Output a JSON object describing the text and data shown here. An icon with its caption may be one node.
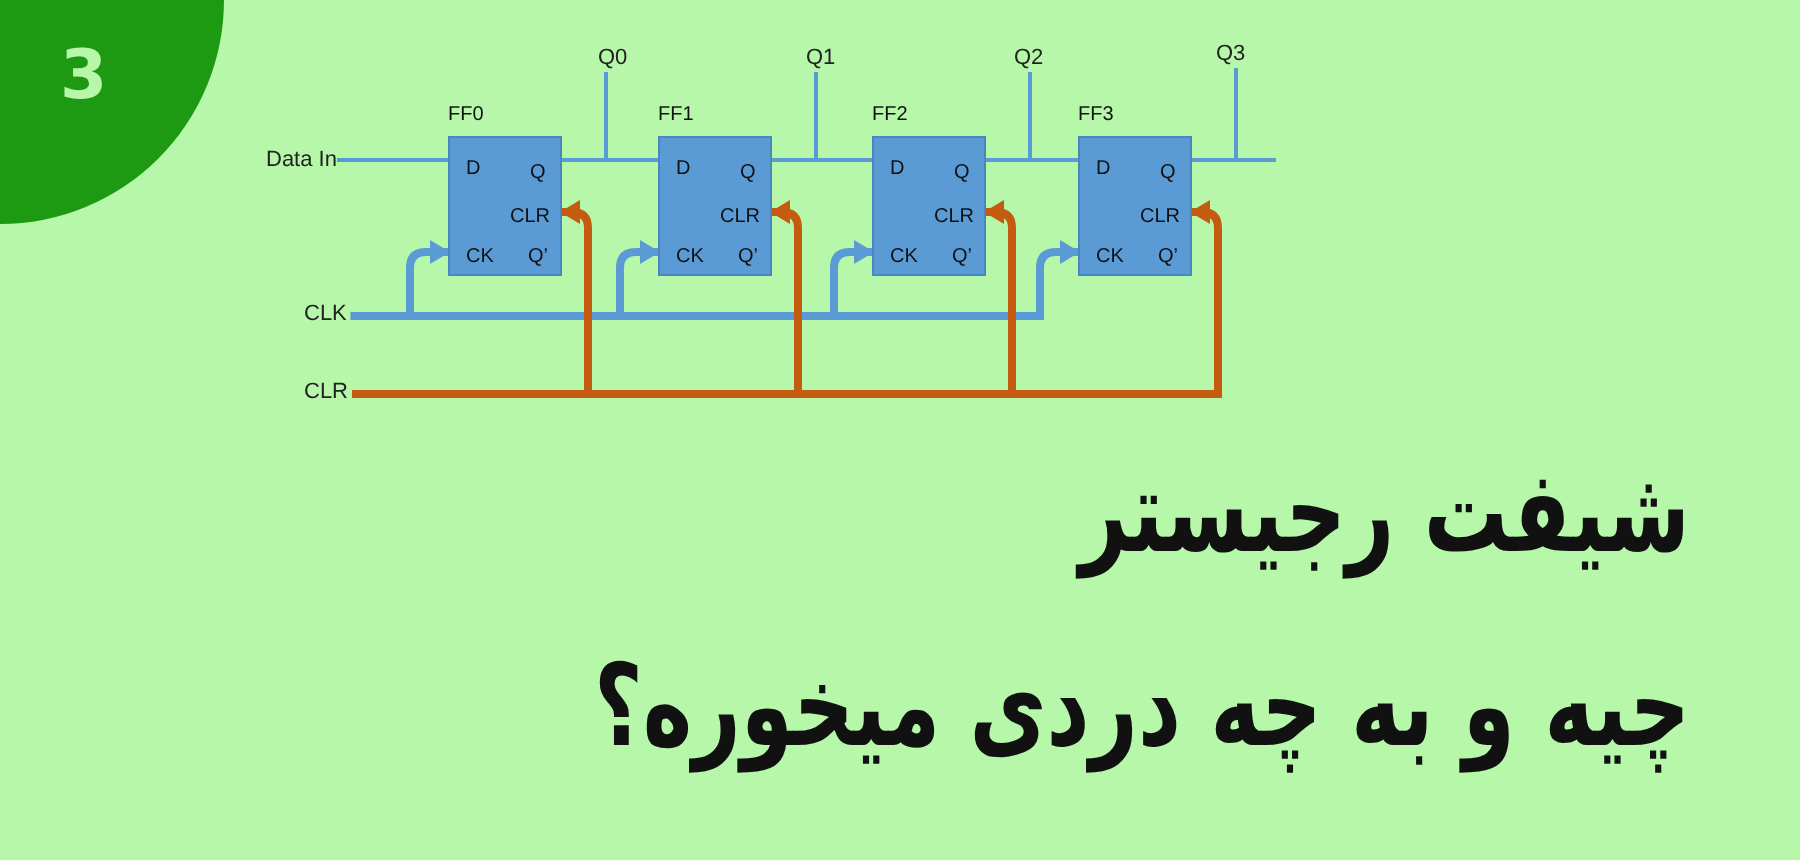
{
  "diagram": {
    "title": "شیفت رجیستر چیه و به چه دردی میخوره؟",
    "nodes": [
      {
        "text": [
          "Data In"
        ]
      },
      {
        "text": [
          "CLK"
        ]
      },
      {
        "text": [
          "CLR"
        ]
      },
      {
        "text": [
          "FF0",
          "D",
          "Q",
          "CLR",
          "CK",
          "Q’"
        ]
      },
      {
        "text": [
          "FF1",
          "D",
          "Q",
          "CLR",
          "CK",
          "Q’"
        ]
      },
      {
        "text": [
          "FF2",
          "D",
          "Q",
          "CLR",
          "CK",
          "Q’"
        ]
      },
      {
        "text": [
          "FF3",
          "D",
          "Q",
          "CLR",
          "CK",
          "Q’"
        ]
      },
      {
        "text": [
          "Q0"
        ]
      },
      {
        "text": [
          "Q1"
        ]
      },
      {
        "text": [
          "Q2"
        ]
      },
      {
        "text": [
          "Q3"
        ]
      },
      {
        "text": [
          "3"
        ]
      }
    ],
    "edges": [
      {
        "from": 0,
        "to": 3,
        "arrow": "none"
      },
      {
        "from": 3,
        "to": 4,
        "arrow": "none"
      },
      {
        "from": 4,
        "to": 5,
        "arrow": "none"
      },
      {
        "from": 5,
        "to": 6,
        "arrow": "none"
      },
      {
        "from": 3,
        "to": 7,
        "arrow": "none"
      },
      {
        "from": 4,
        "to": 8,
        "arrow": "none"
      },
      {
        "from": 5,
        "to": 9,
        "arrow": "none"
      },
      {
        "from": 6,
        "to": 10,
        "arrow": "none"
      },
      {
        "from": 1,
        "to": 3,
        "arrow": "to",
        "style": "thick"
      },
      {
        "from": 1,
        "to": 4,
        "arrow": "to",
        "style": "thick"
      },
      {
        "from": 1,
        "to": 5,
        "arrow": "to",
        "style": "thick"
      },
      {
        "from": 1,
        "to": 6,
        "arrow": "to",
        "style": "thick"
      },
      {
        "from": 2,
        "to": 3,
        "arrow": "to",
        "style": "thick",
        "color": "#c55a11"
      },
      {
        "from": 2,
        "to": 4,
        "arrow": "to",
        "style": "thick",
        "color": "#c55a11"
      },
      {
        "from": 2,
        "to": 5,
        "arrow": "to",
        "style": "thick",
        "color": "#c55a11"
      },
      {
        "from": 2,
        "to": 6,
        "arrow": "to",
        "style": "thick",
        "color": "#c55a11"
      }
    ]
  }
}
